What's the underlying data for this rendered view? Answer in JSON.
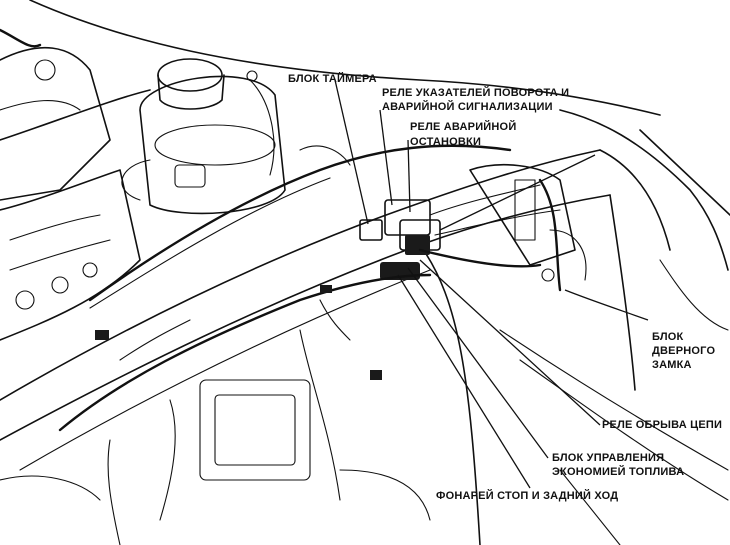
{
  "labels": {
    "timer_block": "БЛОК ТАЙМЕРА",
    "turn_signal_relay_1": "РЕЛЕ УКАЗАТЕЛЕЙ ПОВОРОТА И",
    "turn_signal_relay_2": "АВАРИЙНОЙ СИГНАЛИЗАЦИИ",
    "emergency_stop_relay_1": "РЕЛЕ АВАРИЙНОЙ",
    "emergency_stop_relay_2": "ОСТАНОВКИ",
    "circuit_open_relay": "РЕЛЕ ОБРЫВА ЦЕПИ",
    "door_lock_block_1": "БЛОК",
    "door_lock_block_2": "ДВЕРНОГО",
    "door_lock_block_3": "ЗАМКА",
    "fuel_economy_block_1": "БЛОК УПРАВЛЕНИЯ",
    "fuel_economy_block_2": "ЭКОНОМИЕЙ ТОПЛИВА",
    "stop_reverse_lights": "ФОНАРЕЙ СТОП И ЗАДНИЙ ХОД"
  }
}
